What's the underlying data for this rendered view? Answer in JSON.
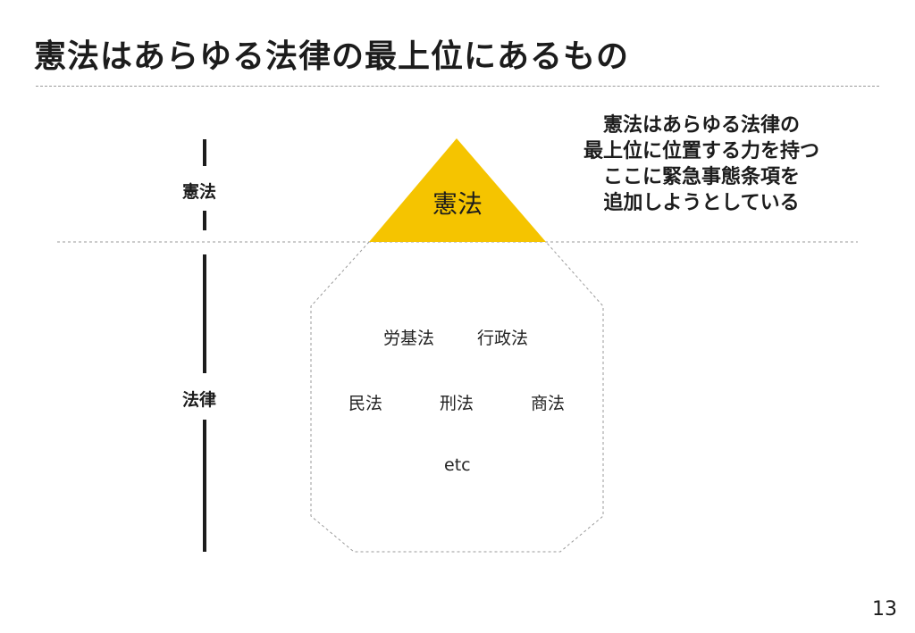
{
  "slide": {
    "title": "憲法はあらゆる法律の最上位にあるもの",
    "page_number": "13"
  },
  "callout": {
    "lines": [
      "憲法はあらゆる法律の",
      "最上位に位置する力を持つ",
      "ここに緊急事態条項を",
      "追加しようとしている"
    ]
  },
  "side_labels": {
    "constitution": "憲法",
    "laws": "法律"
  },
  "pyramid": {
    "top_label": "憲法",
    "top_color": "#f5c400",
    "laws": {
      "row1": [
        "労基法",
        "行政法"
      ],
      "row2": [
        "民法",
        "刑法",
        "商法"
      ],
      "row3": "etc"
    }
  }
}
